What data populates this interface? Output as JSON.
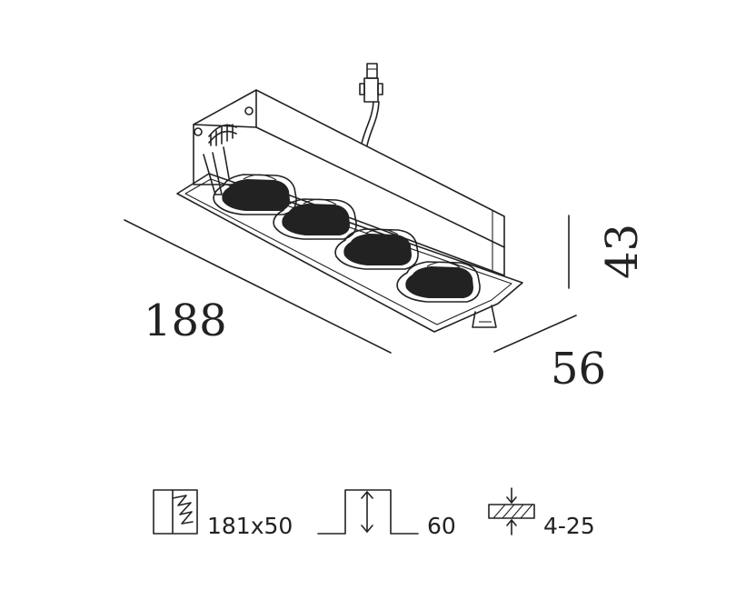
{
  "dimensions": {
    "length": "188",
    "width": "56",
    "height": "43"
  },
  "specs": {
    "cutout": "181x50",
    "depth": "60",
    "ceiling_thickness": "4-25"
  },
  "icons": {
    "cutout": "cutout-size-icon",
    "depth": "recess-depth-icon",
    "thickness": "ceiling-thickness-icon"
  },
  "colors": {
    "line": "#222222",
    "background": "#ffffff"
  }
}
